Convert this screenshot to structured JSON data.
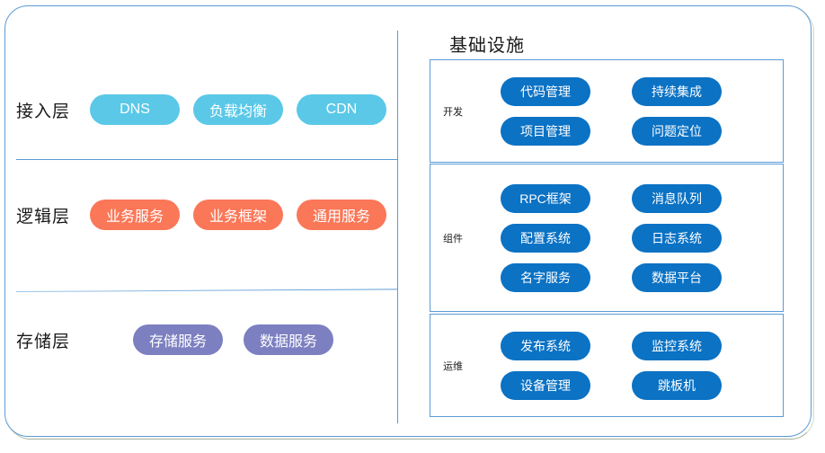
{
  "left_panel": {
    "layers": [
      {
        "name": "access-layer",
        "label": "接入层",
        "color": "#5bc8e8",
        "items": [
          "DNS",
          "负载均衡",
          "CDN"
        ]
      },
      {
        "name": "logic-layer",
        "label": "逻辑层",
        "color": "#fa7758",
        "items": [
          "业务服务",
          "业务框架",
          "通用服务"
        ]
      },
      {
        "name": "storage-layer",
        "label": "存储层",
        "color": "#7c7fc0",
        "items": [
          "存储服务",
          "数据服务"
        ]
      }
    ]
  },
  "right_panel": {
    "title": "基础设施",
    "groups": [
      {
        "name": "development",
        "label": "开发",
        "color": "#0b72c4",
        "rows": [
          [
            "代码管理",
            "持续集成"
          ],
          [
            "项目管理",
            "问题定位"
          ]
        ]
      },
      {
        "name": "components",
        "label": "组件",
        "color": "#0b72c4",
        "rows": [
          [
            "RPC框架",
            "消息队列"
          ],
          [
            "配置系统",
            "日志系统"
          ],
          [
            "名字服务",
            "数据平台"
          ]
        ]
      },
      {
        "name": "operations",
        "label": "运维",
        "color": "#0b72c4",
        "rows": [
          [
            "发布系统",
            "监控系统"
          ],
          [
            "设备管理",
            "跳板机"
          ]
        ]
      }
    ]
  },
  "colors": {
    "frame_border": "#5b9bd5",
    "divider": "#5b9bd5",
    "access_pill": "#5bc8e8",
    "logic_pill": "#fa7758",
    "storage_pill": "#7c7fc0",
    "infra_pill": "#0b72c4",
    "text_dark": "#1a1a1a",
    "text_light": "#ffffff"
  }
}
